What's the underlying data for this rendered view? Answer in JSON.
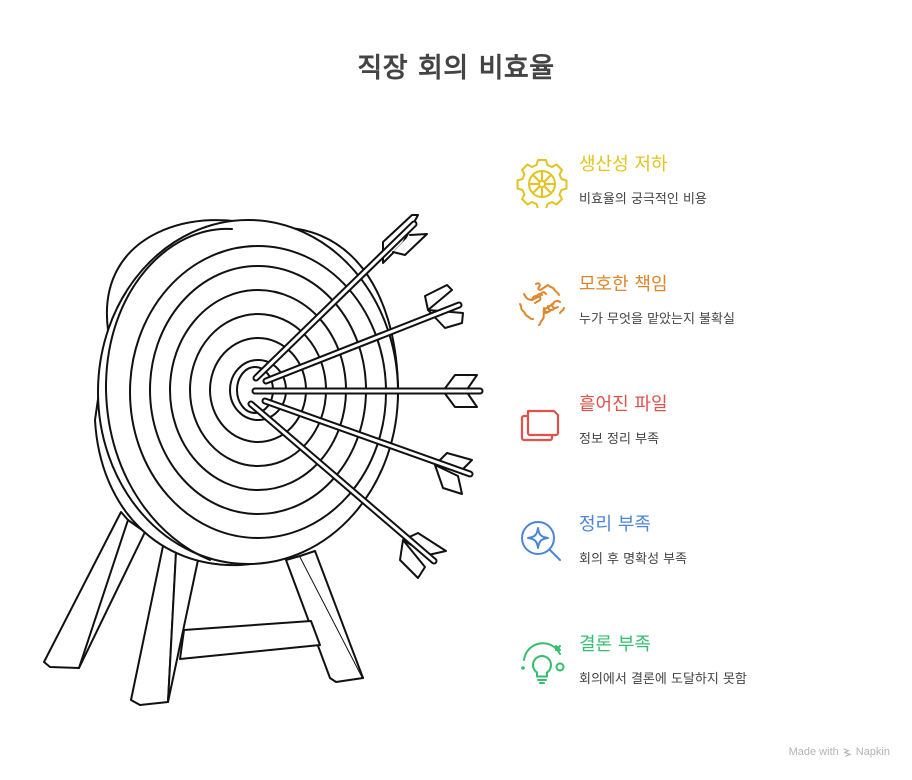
{
  "title": "직장 회의 비효율",
  "items": [
    {
      "icon": "gear-icon",
      "heading": "생산성 저하",
      "description": "비효율의 궁극적인 비용",
      "color": "#E3C31E"
    },
    {
      "icon": "tangled-hands-icon",
      "heading": "모호한 책임",
      "description": "누가 무엇을 맡았는지 불확실",
      "color": "#E0852C"
    },
    {
      "icon": "stacked-files-icon",
      "heading": "흩어진 파일",
      "description": "정보 정리 부족",
      "color": "#E0524B"
    },
    {
      "icon": "magnifier-sparkle-icon",
      "heading": "정리 부족",
      "description": "회의 후 명확성 부족",
      "color": "#4A86D8"
    },
    {
      "icon": "lightbulb-orbit-icon",
      "heading": "결론 부족",
      "description": "회의에서 결론에 도달하지 못함",
      "color": "#35BE6E"
    }
  ],
  "illustration": {
    "subject": "archery-target-with-arrows",
    "rings": 7,
    "arrows": 5
  },
  "watermark": {
    "prefix": "Made with",
    "brand": "Napkin"
  }
}
